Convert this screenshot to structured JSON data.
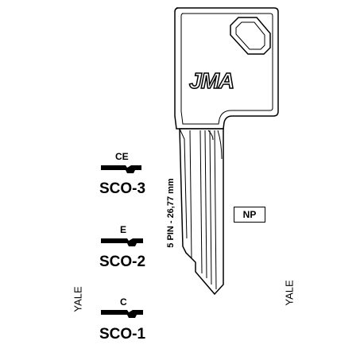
{
  "brand": "JMA",
  "pin_spec": "5 PIN - 26,77 mm",
  "finish_tag": "NP",
  "side_labels": {
    "left": "YALE",
    "right": "YALE"
  },
  "profiles": [
    {
      "letter": "CE",
      "code": "SCO-3"
    },
    {
      "letter": "E",
      "code": "SCO-2"
    },
    {
      "letter": "C",
      "code": "SCO-1"
    }
  ]
}
